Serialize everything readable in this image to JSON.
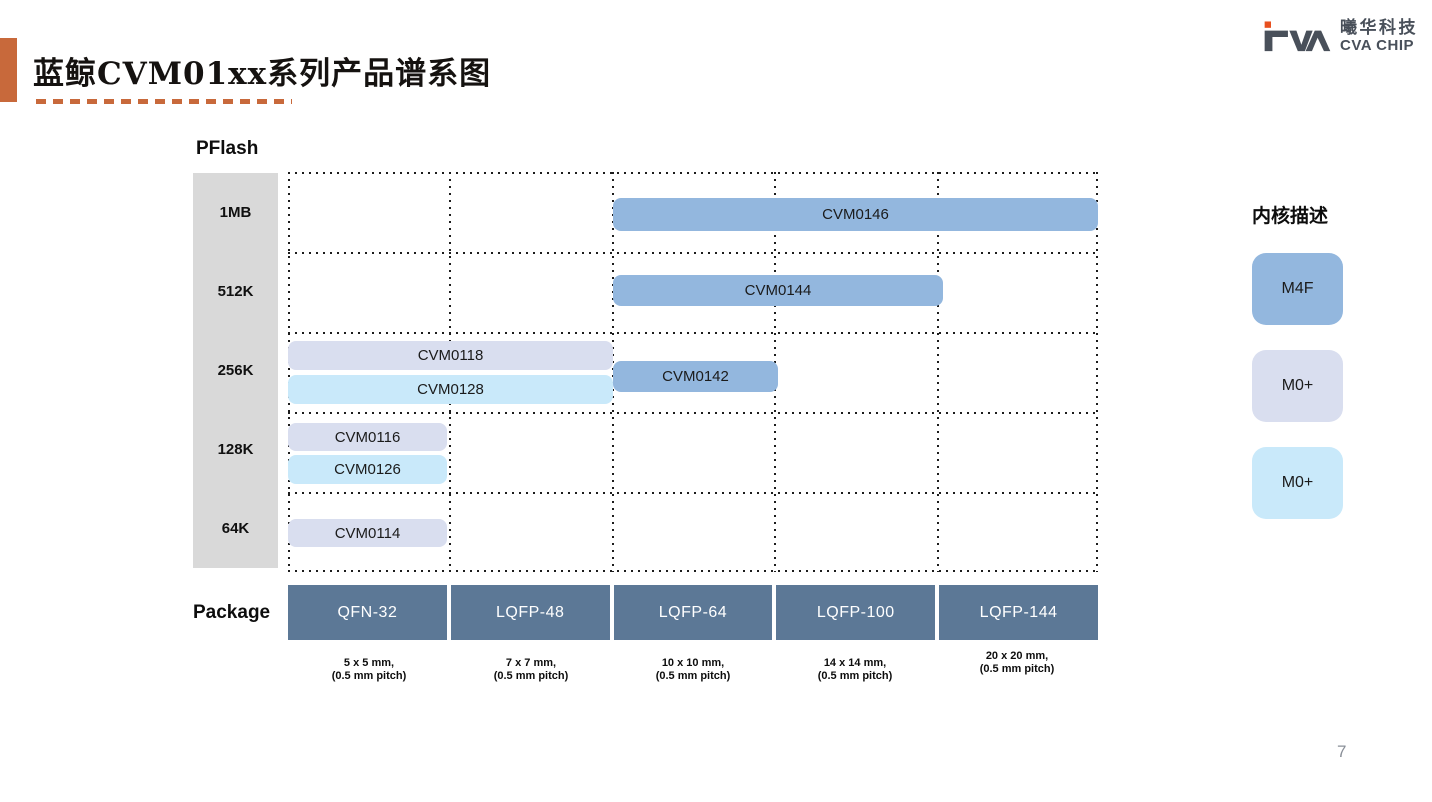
{
  "header": {
    "title": "蓝鲸CVM01xx系列产品谱系图"
  },
  "logo": {
    "mark": "CVA",
    "company_cn": "曦华科技",
    "company_en": "CVA CHIP"
  },
  "chart": {
    "pflash_label": "PFlash",
    "package_label": "Package",
    "flash_rows": [
      "1MB",
      "512K",
      "256K",
      "128K",
      "64K"
    ],
    "packages": [
      {
        "name": "QFN-32",
        "dimensions": "5 x 5 mm,",
        "pitch": "(0.5 mm pitch)"
      },
      {
        "name": "LQFP-48",
        "dimensions": "7 x 7 mm,",
        "pitch": "(0.5 mm pitch)"
      },
      {
        "name": "LQFP-64",
        "dimensions": "10 x 10 mm,",
        "pitch": "(0.5 mm pitch)"
      },
      {
        "name": "LQFP-100",
        "dimensions": "14 x 14 mm,",
        "pitch": "(0.5 mm pitch)"
      },
      {
        "name": "LQFP-144",
        "dimensions": "20 x 20 mm,",
        "pitch": "(0.5 mm pitch)"
      }
    ],
    "products": [
      {
        "name": "CVM0146",
        "flash": "1MB",
        "package_span": "LQFP-64 to LQFP-144",
        "core": "M4F"
      },
      {
        "name": "CVM0144",
        "flash": "512K",
        "package_span": "LQFP-64 to LQFP-100",
        "core": "M4F"
      },
      {
        "name": "CVM0118",
        "flash": "256K",
        "package_span": "QFN-32 to LQFP-48",
        "core": "M0+"
      },
      {
        "name": "CVM0128",
        "flash": "256K",
        "package_span": "QFN-32 to LQFP-48",
        "core": "M0+"
      },
      {
        "name": "CVM0142",
        "flash": "256K",
        "package_span": "LQFP-64",
        "core": "M4F"
      },
      {
        "name": "CVM0116",
        "flash": "128K",
        "package_span": "QFN-32",
        "core": "M0+"
      },
      {
        "name": "CVM0126",
        "flash": "128K",
        "package_span": "QFN-32",
        "core": "M0+"
      },
      {
        "name": "CVM0114",
        "flash": "64K",
        "package_span": "QFN-32",
        "core": "M0+"
      }
    ]
  },
  "legend": {
    "title": "内核描述",
    "items": [
      {
        "label": "M4F",
        "color": "#93B7DE"
      },
      {
        "label": "M0+",
        "color": "#D9DEEF"
      },
      {
        "label": "M0+",
        "color": "#C9E9FA"
      }
    ]
  },
  "colors": {
    "accent_orange": "#C8693B",
    "logo_orange": "#E8501F",
    "logo_gray": "#49505A",
    "package_header": "#5C7896",
    "flash_band_gray": "#D9D9D9"
  },
  "footer": {
    "page_number": "7"
  }
}
